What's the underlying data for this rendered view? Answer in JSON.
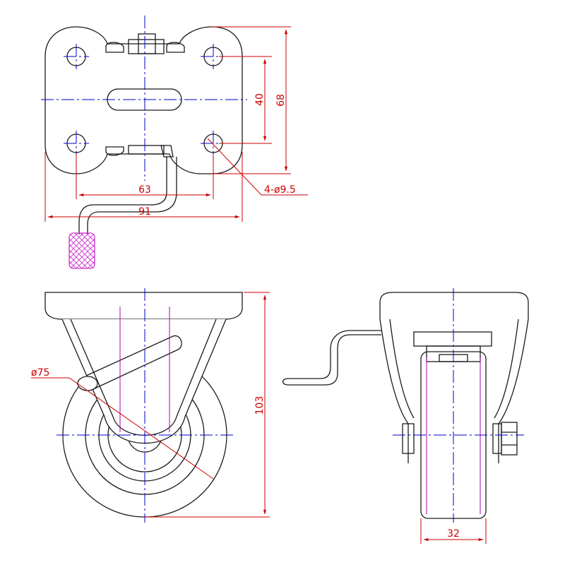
{
  "colors": {
    "outline": "#1a1a1a",
    "centerline": "#0000cc",
    "dimension": "#cc0000",
    "handle_grip": "#cc33cc",
    "wheel_tread": "#b000b0",
    "background": "#ffffff"
  },
  "top_view": {
    "dim_bolt_spacing_y": "40",
    "dim_plate_height": "68",
    "dim_bolt_spacing_x": "63",
    "dim_plate_width": "91",
    "dim_holes": "4-ø9.5"
  },
  "front_view": {
    "dim_wheel_diameter": "ø75",
    "dim_total_height": "103"
  },
  "side_view": {
    "dim_wheel_width": "32"
  }
}
